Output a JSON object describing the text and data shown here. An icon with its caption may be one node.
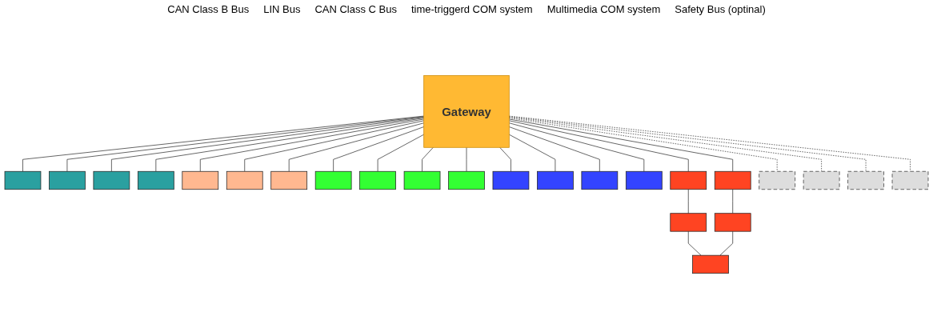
{
  "diagram": {
    "nodes": [
      {
        "text": [
          "Gateway"
        ]
      },
      {
        "text": [],
        "shape": "box"
      },
      {
        "text": [],
        "shape": "box"
      },
      {
        "text": [],
        "shape": "box"
      },
      {
        "text": [],
        "shape": "box"
      },
      {
        "text": [],
        "shape": "box"
      },
      {
        "text": [],
        "shape": "box"
      },
      {
        "text": [],
        "shape": "box"
      },
      {
        "text": [],
        "shape": "box"
      },
      {
        "text": [],
        "shape": "box"
      },
      {
        "text": [],
        "shape": "box"
      },
      {
        "text": [],
        "shape": "box"
      },
      {
        "text": [],
        "shape": "box"
      },
      {
        "text": [],
        "shape": "box"
      },
      {
        "text": [],
        "shape": "box"
      },
      {
        "text": [],
        "shape": "box"
      },
      {
        "text": [],
        "shape": "box"
      },
      {
        "text": [],
        "shape": "box"
      },
      {
        "text": [],
        "shape": "box"
      },
      {
        "text": [],
        "shape": "box"
      },
      {
        "text": [],
        "shape": "box"
      },
      {
        "text": [],
        "shape": "box"
      },
      {
        "text": [],
        "shape": "box"
      },
      {
        "text": [],
        "shape": "box"
      },
      {
        "text": [],
        "shape": "box"
      }
    ],
    "edges": [
      {
        "from": 0,
        "to": 1,
        "arrow": "none"
      },
      {
        "from": 0,
        "to": 2,
        "arrow": "none"
      },
      {
        "from": 0,
        "to": 3,
        "arrow": "none"
      },
      {
        "from": 0,
        "to": 4,
        "arrow": "none"
      },
      {
        "from": 0,
        "to": 5,
        "arrow": "none"
      },
      {
        "from": 0,
        "to": 6,
        "arrow": "none"
      },
      {
        "from": 0,
        "to": 7,
        "arrow": "none"
      },
      {
        "from": 0,
        "to": 8,
        "arrow": "none"
      },
      {
        "from": 0,
        "to": 9,
        "arrow": "none"
      },
      {
        "from": 0,
        "to": 10,
        "arrow": "none"
      },
      {
        "from": 0,
        "to": 11,
        "arrow": "none"
      },
      {
        "from": 0,
        "to": 12,
        "arrow": "none"
      },
      {
        "from": 0,
        "to": 13,
        "arrow": "none"
      },
      {
        "from": 0,
        "to": 14,
        "arrow": "none"
      },
      {
        "from": 0,
        "to": 15,
        "arrow": "none"
      },
      {
        "from": 0,
        "to": 16,
        "arrow": "none"
      },
      {
        "from": 0,
        "to": 17,
        "arrow": "none"
      },
      {
        "from": 16,
        "to": 18,
        "arrow": "none"
      },
      {
        "from": 17,
        "to": 19,
        "arrow": "none"
      },
      {
        "from": 18,
        "to": 20,
        "arrow": "none"
      },
      {
        "from": 19,
        "to": 20,
        "arrow": "none"
      },
      {
        "from": 0,
        "to": 21,
        "arrow": "none",
        "style": "dashed"
      },
      {
        "from": 0,
        "to": 22,
        "arrow": "none",
        "style": "dashed"
      },
      {
        "from": 0,
        "to": 23,
        "arrow": "none",
        "style": "dashed"
      },
      {
        "from": 0,
        "to": 24,
        "arrow": "none",
        "style": "dashed"
      }
    ],
    "labels": [
      "CAN Class B Bus",
      "LIN Bus",
      "CAN Class C Bus",
      "time-triggerd COM system",
      "Multimedia COM system",
      "Safety Bus (optinal)"
    ]
  }
}
